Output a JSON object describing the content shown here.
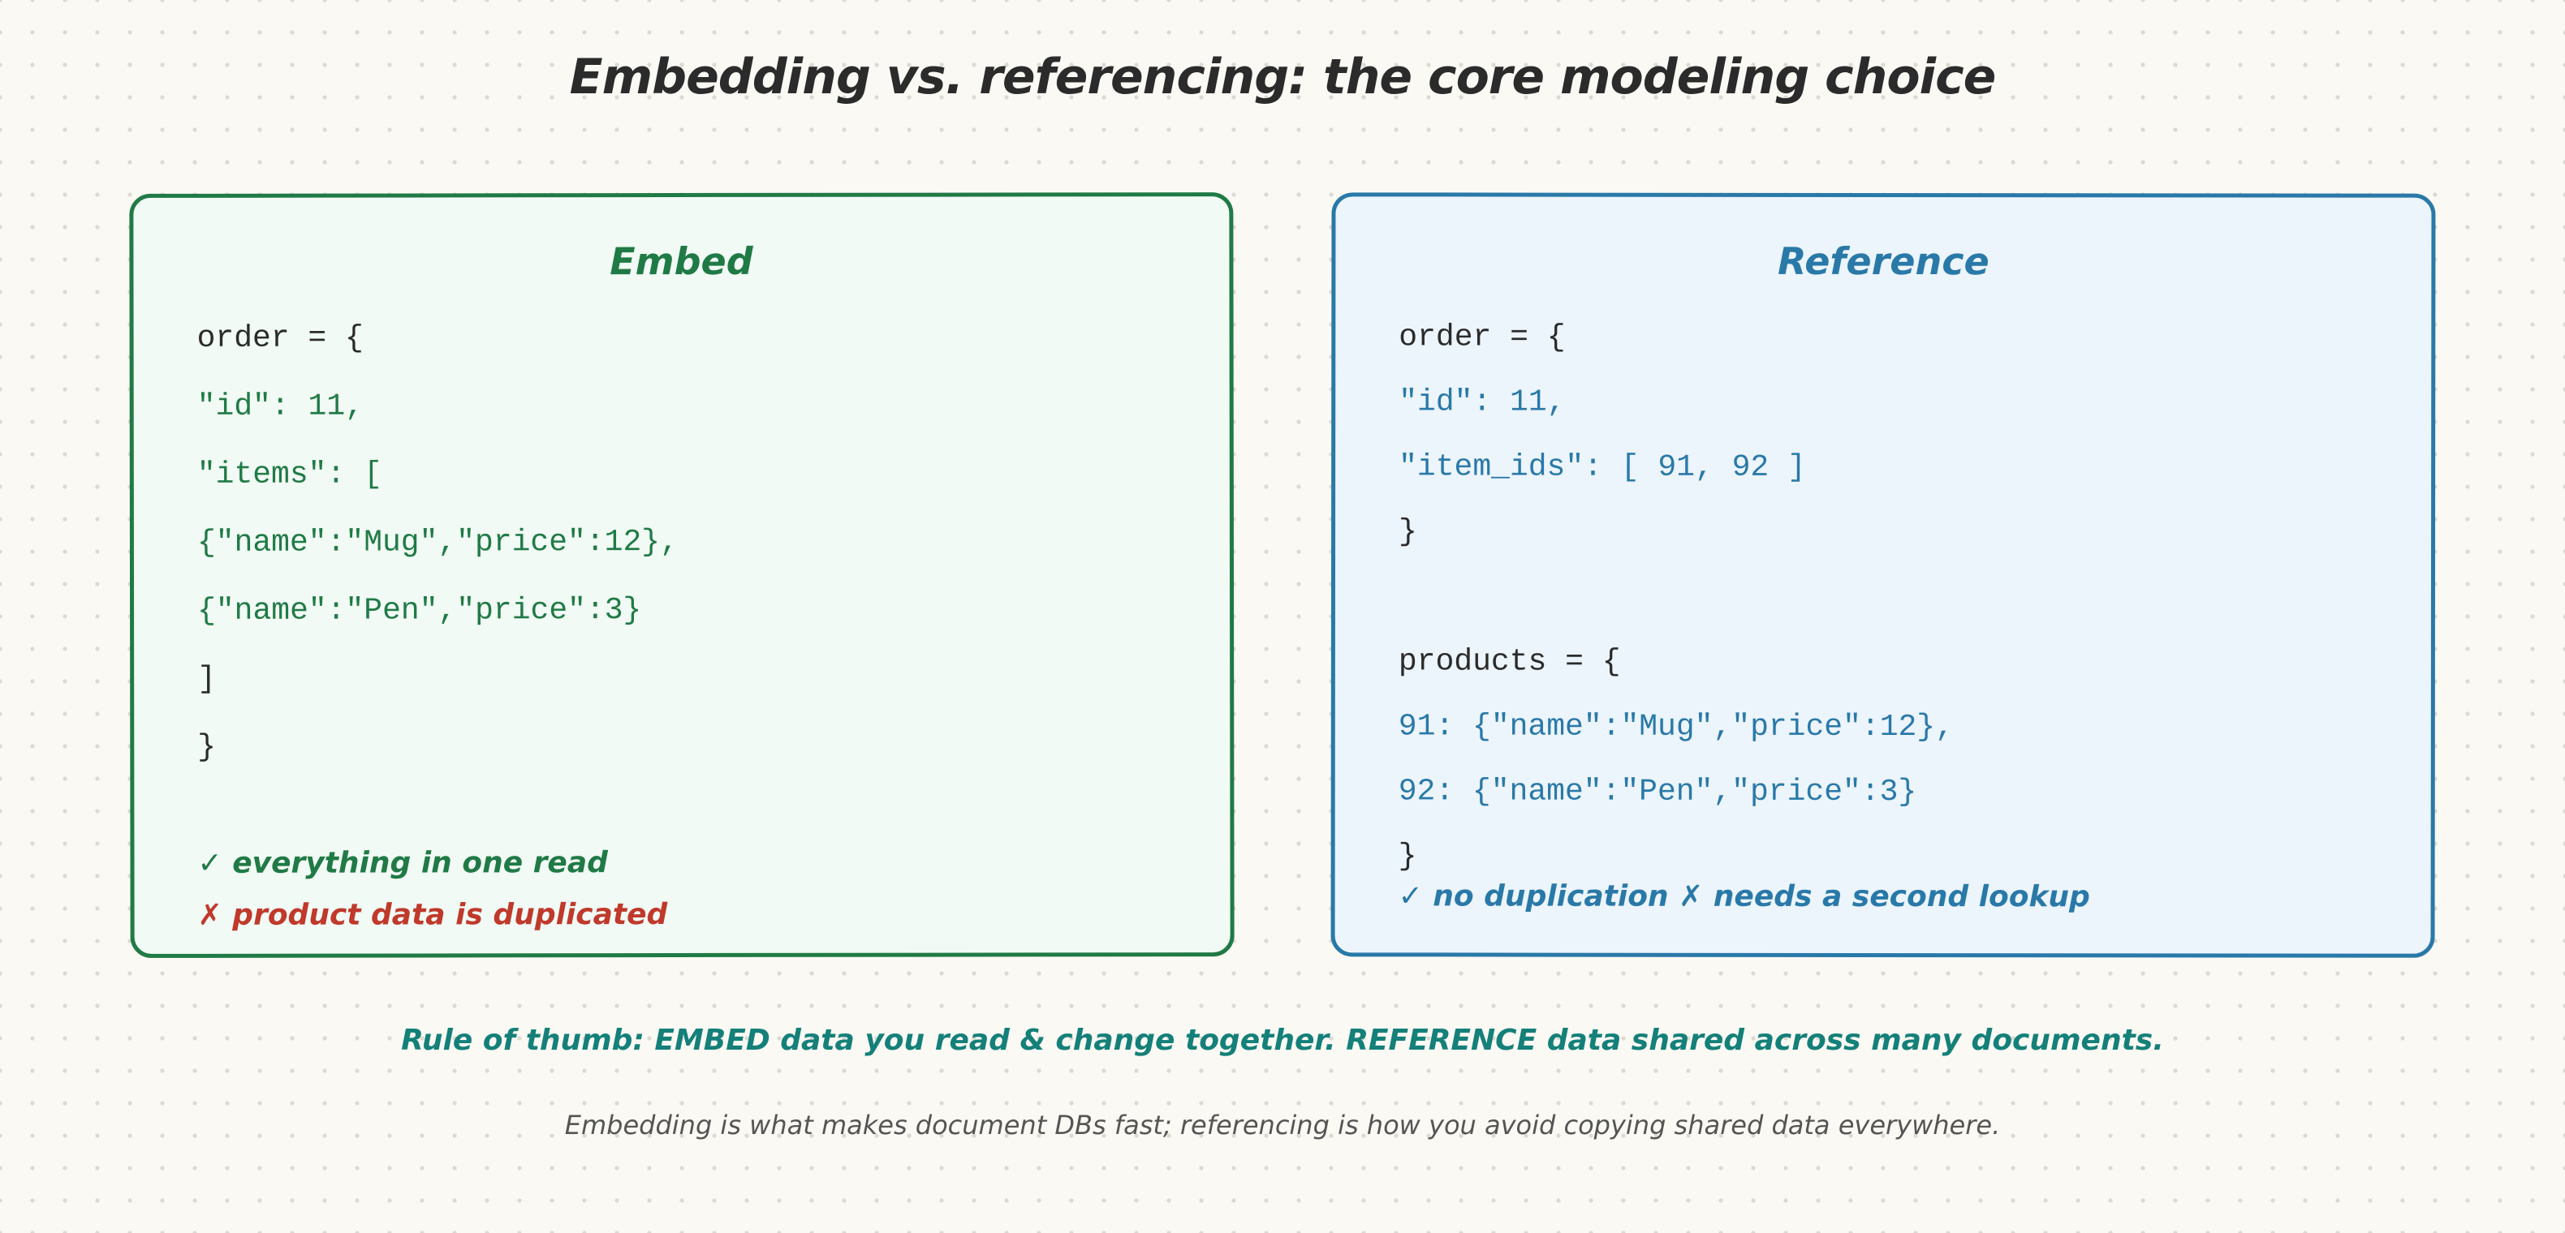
{
  "title": "Embedding vs. referencing: the core modeling choice",
  "embed": {
    "heading": "Embed",
    "lines": [
      "order = {",
      "\"id\": 11,",
      "\"items\": [",
      "{\"name\":\"Mug\",\"price\":12},",
      "{\"name\":\"Pen\",\"price\":3}",
      "]",
      "}"
    ],
    "pro": "✓ everything in one read",
    "con": "✗ product data is duplicated"
  },
  "reference": {
    "heading": "Reference",
    "order_lines": [
      "order = {",
      "\"id\": 11,",
      "\"item_ids\": [ 91, 92 ]",
      "}"
    ],
    "product_lines": [
      "products = {",
      "91: {\"name\":\"Mug\",\"price\":12},",
      "92: {\"name\":\"Pen\",\"price\":3}",
      "}"
    ],
    "summary": "✓ no duplication ✗ needs a second lookup"
  },
  "rule": "Rule of thumb: EMBED data you read & change together. REFERENCE data shared across many documents.",
  "footnote": "Embedding is what makes document DBs fast; referencing is how you avoid copying shared data everywhere.",
  "colors": {
    "embed_accent": "#207a46",
    "reference_accent": "#2979a8",
    "con_red": "#c0392b",
    "rule_teal": "#148079"
  }
}
